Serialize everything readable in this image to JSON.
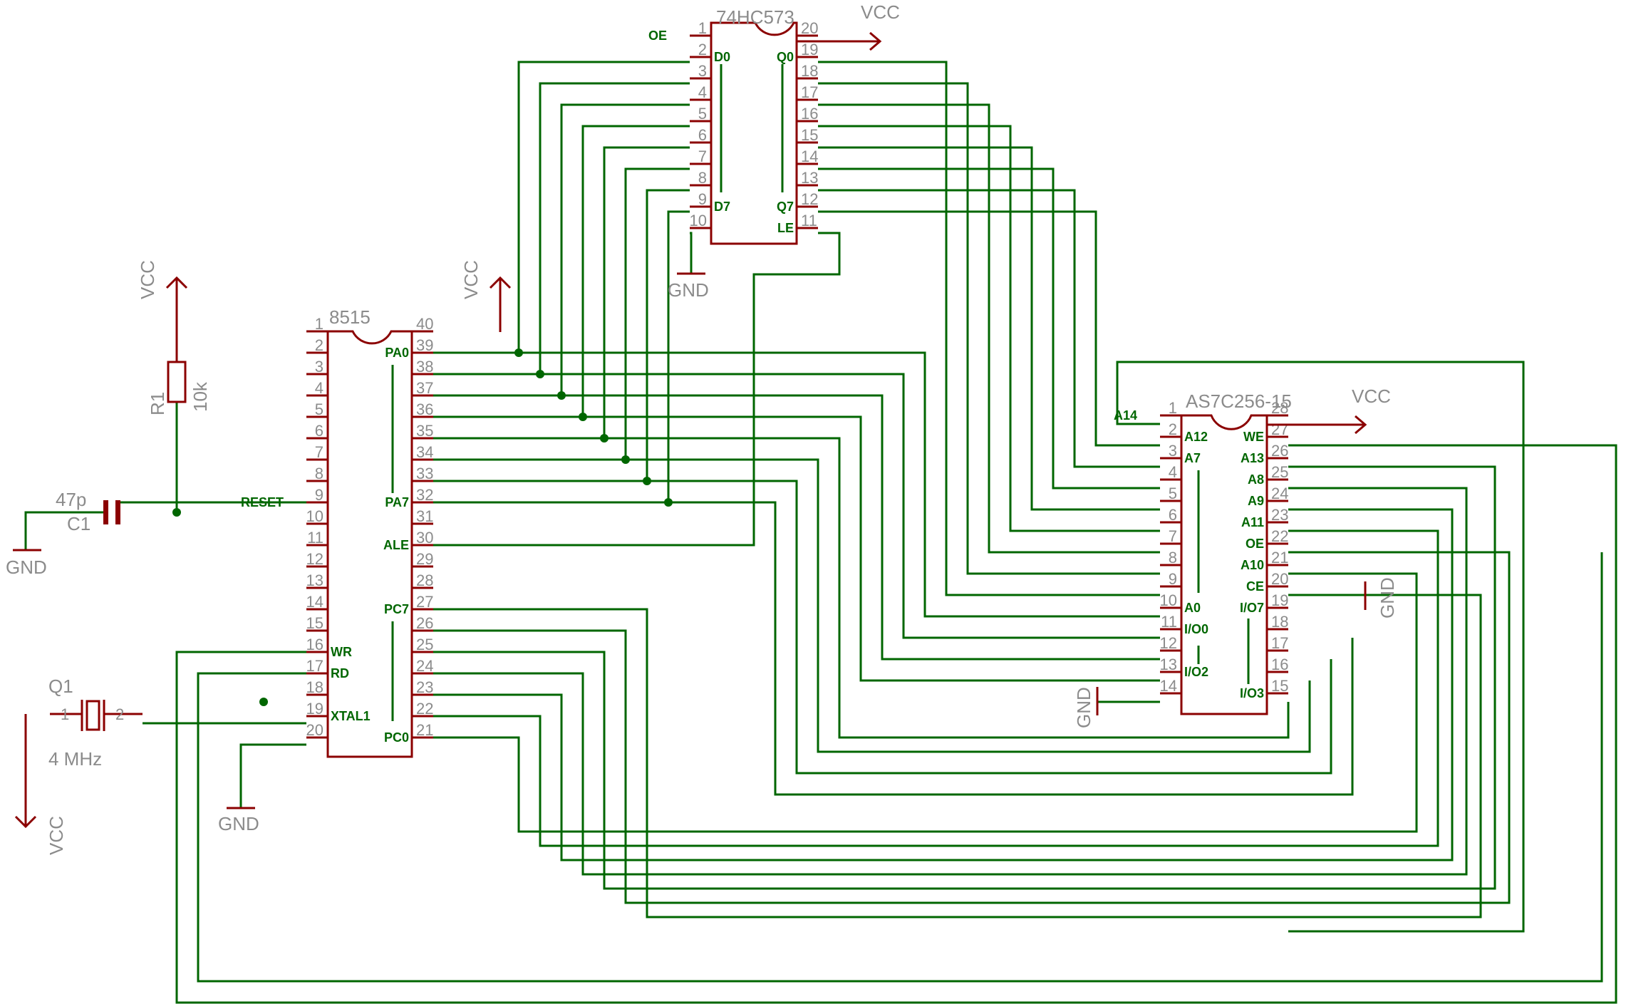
{
  "parts": {
    "mcu": {
      "name": "8515"
    },
    "latch": {
      "name": "74HC573"
    },
    "sram": {
      "name": "AS7C256-15"
    },
    "r1": {
      "ref": "R1",
      "value": "10k"
    },
    "c1": {
      "ref": "C1",
      "value": "47p"
    },
    "q1": {
      "ref": "Q1",
      "value": "4 MHz",
      "pin1": "1",
      "pin2": "2"
    }
  },
  "nets": {
    "vcc": "VCC",
    "gnd": "GND"
  },
  "mcu_pins": {
    "left": [
      {
        "n": "1",
        "label": ""
      },
      {
        "n": "2",
        "label": ""
      },
      {
        "n": "3",
        "label": ""
      },
      {
        "n": "4",
        "label": ""
      },
      {
        "n": "5",
        "label": ""
      },
      {
        "n": "6",
        "label": ""
      },
      {
        "n": "7",
        "label": ""
      },
      {
        "n": "8",
        "label": ""
      },
      {
        "n": "9",
        "label": "RESET"
      },
      {
        "n": "10",
        "label": ""
      },
      {
        "n": "11",
        "label": ""
      },
      {
        "n": "12",
        "label": ""
      },
      {
        "n": "13",
        "label": ""
      },
      {
        "n": "14",
        "label": ""
      },
      {
        "n": "15",
        "label": ""
      },
      {
        "n": "16",
        "label": "WR"
      },
      {
        "n": "17",
        "label": "RD"
      },
      {
        "n": "18",
        "label": ""
      },
      {
        "n": "19",
        "label": "XTAL1"
      },
      {
        "n": "20",
        "label": ""
      }
    ],
    "right": [
      {
        "n": "40",
        "label": ""
      },
      {
        "n": "39",
        "label": "PA0"
      },
      {
        "n": "38",
        "label": ""
      },
      {
        "n": "37",
        "label": ""
      },
      {
        "n": "36",
        "label": ""
      },
      {
        "n": "35",
        "label": ""
      },
      {
        "n": "34",
        "label": ""
      },
      {
        "n": "33",
        "label": ""
      },
      {
        "n": "32",
        "label": "PA7"
      },
      {
        "n": "31",
        "label": ""
      },
      {
        "n": "30",
        "label": "ALE"
      },
      {
        "n": "29",
        "label": ""
      },
      {
        "n": "28",
        "label": ""
      },
      {
        "n": "27",
        "label": "PC7"
      },
      {
        "n": "26",
        "label": ""
      },
      {
        "n": "25",
        "label": ""
      },
      {
        "n": "24",
        "label": ""
      },
      {
        "n": "23",
        "label": ""
      },
      {
        "n": "22",
        "label": ""
      },
      {
        "n": "21",
        "label": "PC0"
      }
    ]
  },
  "latch_pins": {
    "left": [
      {
        "n": "1",
        "label": "OE"
      },
      {
        "n": "2",
        "label": "D0"
      },
      {
        "n": "3",
        "label": ""
      },
      {
        "n": "4",
        "label": ""
      },
      {
        "n": "5",
        "label": ""
      },
      {
        "n": "6",
        "label": ""
      },
      {
        "n": "7",
        "label": ""
      },
      {
        "n": "8",
        "label": ""
      },
      {
        "n": "9",
        "label": "D7"
      },
      {
        "n": "10",
        "label": ""
      }
    ],
    "right": [
      {
        "n": "20",
        "label": ""
      },
      {
        "n": "19",
        "label": "Q0"
      },
      {
        "n": "18",
        "label": ""
      },
      {
        "n": "17",
        "label": ""
      },
      {
        "n": "16",
        "label": ""
      },
      {
        "n": "15",
        "label": ""
      },
      {
        "n": "14",
        "label": ""
      },
      {
        "n": "13",
        "label": ""
      },
      {
        "n": "12",
        "label": "Q7"
      },
      {
        "n": "11",
        "label": "LE"
      }
    ]
  },
  "sram_pins": {
    "left": [
      {
        "n": "1",
        "label": "A14"
      },
      {
        "n": "2",
        "label": "A12"
      },
      {
        "n": "3",
        "label": "A7"
      },
      {
        "n": "4",
        "label": ""
      },
      {
        "n": "5",
        "label": ""
      },
      {
        "n": "6",
        "label": ""
      },
      {
        "n": "7",
        "label": ""
      },
      {
        "n": "8",
        "label": ""
      },
      {
        "n": "9",
        "label": ""
      },
      {
        "n": "10",
        "label": "A0"
      },
      {
        "n": "11",
        "label": "I/O0"
      },
      {
        "n": "12",
        "label": ""
      },
      {
        "n": "13",
        "label": "I/O2"
      },
      {
        "n": "14",
        "label": ""
      }
    ],
    "right": [
      {
        "n": "28",
        "label": ""
      },
      {
        "n": "27",
        "label": "WE"
      },
      {
        "n": "26",
        "label": "A13"
      },
      {
        "n": "25",
        "label": "A8"
      },
      {
        "n": "24",
        "label": "A9"
      },
      {
        "n": "23",
        "label": "A11"
      },
      {
        "n": "22",
        "label": "OE"
      },
      {
        "n": "21",
        "label": "A10"
      },
      {
        "n": "20",
        "label": "CE"
      },
      {
        "n": "19",
        "label": "I/O7"
      },
      {
        "n": "18",
        "label": ""
      },
      {
        "n": "17",
        "label": ""
      },
      {
        "n": "16",
        "label": ""
      },
      {
        "n": "15",
        "label": "I/O3"
      }
    ]
  }
}
